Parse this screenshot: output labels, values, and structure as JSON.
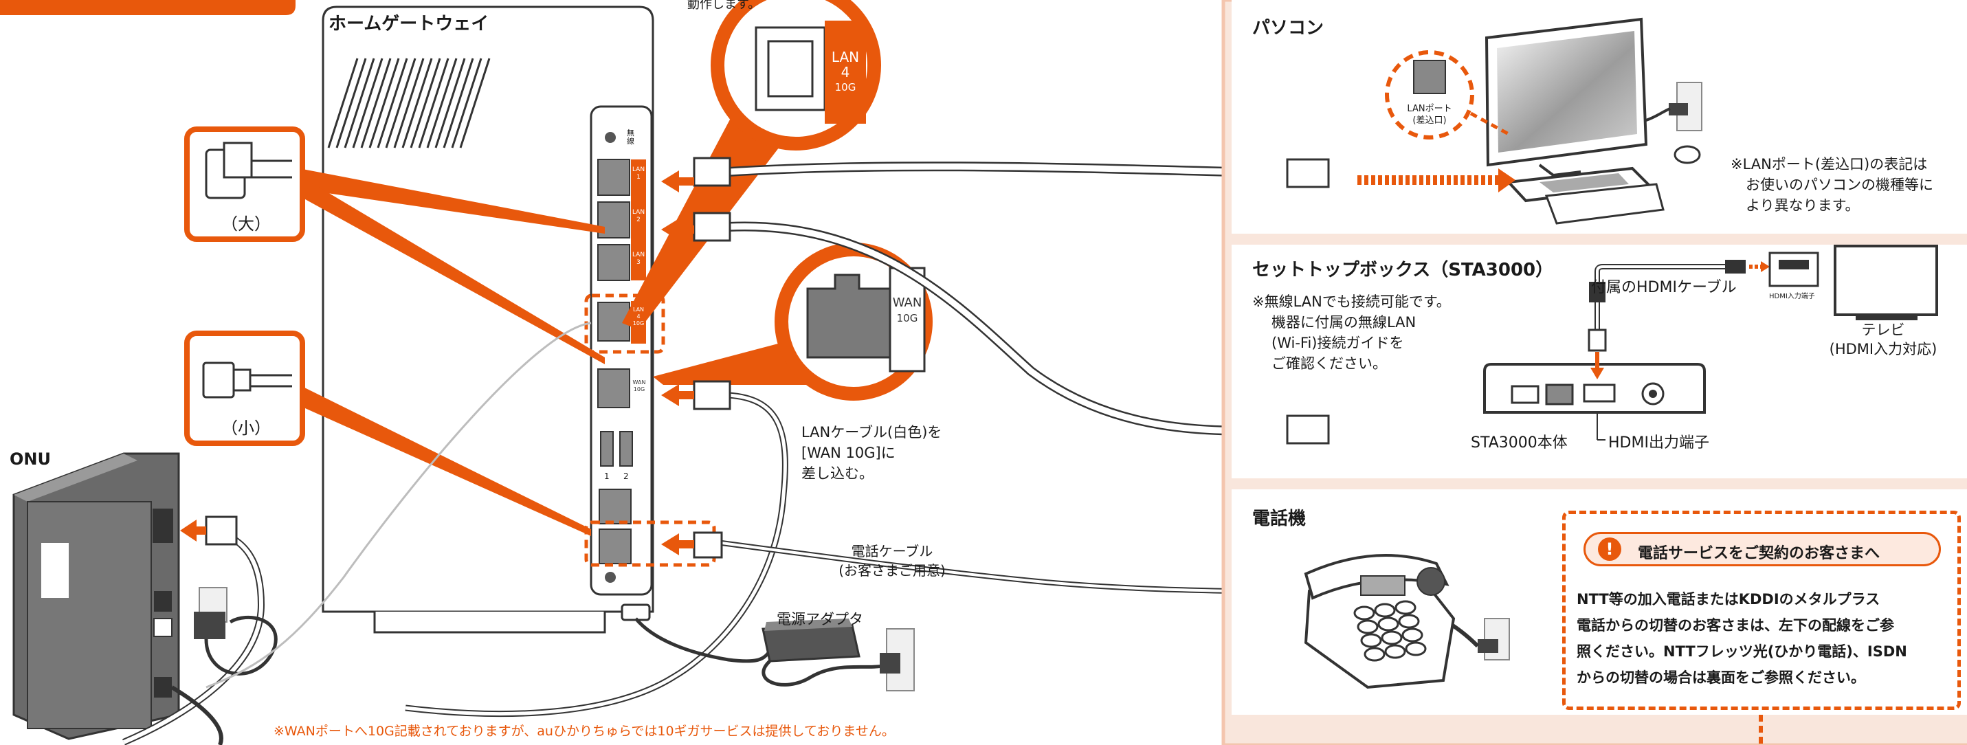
{
  "gateway": {
    "title": "ホームゲートウェイ",
    "top_note": "動作します。",
    "wireless_label": "無線",
    "ports": {
      "lan1": [
        "LAN",
        "1"
      ],
      "lan2": [
        "LAN",
        "2"
      ],
      "lan3": [
        "LAN",
        "3"
      ],
      "lan4": [
        "LAN",
        "4",
        "10G"
      ],
      "wan": [
        "WAN",
        "10G"
      ],
      "usb1": "1",
      "usb2": "2"
    }
  },
  "zoom": {
    "lan4": [
      "LAN",
      "4",
      "10G"
    ],
    "wan": [
      "WAN",
      "10G"
    ]
  },
  "connectors": {
    "large": "（大）",
    "small": "（小）"
  },
  "onu": {
    "label": "ONU"
  },
  "wan_instruction": [
    "LANケーブル(白色)を",
    "[WAN 10G]に",
    "差し込む。"
  ],
  "phone_cable": [
    "電話ケーブル",
    "(お客さまご用意)"
  ],
  "power_adapter": "電源アダプタ",
  "footnote": "※WANポートへ10G記載されておりますが、auひかりちゅらでは10ギガサービスは提供しておりません。",
  "pc_panel": {
    "title": "パソコン",
    "lan_port_label": [
      "LANポート",
      "(差込口)"
    ],
    "note": [
      "※LANポート(差込口)の表記は",
      "お使いのパソコンの機種等に",
      "より異なります。"
    ]
  },
  "stb_panel": {
    "title": "セットトップボックス（STA3000）",
    "note": [
      "※無線LANでも接続可能です。",
      "機器に付属の無線LAN",
      "(Wi-Fi)接続ガイドを",
      "ご確認ください。"
    ],
    "hdmi_cable": "付属のHDMIケーブル",
    "hdmi_input_small": "HDMI入力端子",
    "tv": [
      "テレビ",
      "(HDMI入力対応)"
    ],
    "body_label": "STA3000本体",
    "hdmi_out": "HDMI出力端子"
  },
  "phone_panel": {
    "title": "電話機",
    "notice_title": "電話サービスをご契約のお客さまへ",
    "notice_body": [
      "NTT等の加入電話またはKDDIのメタルプラス",
      "電話からの切替のお客さまは、左下の配線をご参",
      "照ください。NTTフレッツ光(ひかり電話)、ISDN",
      "からの切替の場合は裏面をご参照ください。"
    ]
  },
  "colors": {
    "accent": "#e8580c",
    "panel_bg": "#f9e6dc",
    "panel_border": "#f4c5ae",
    "device_gray": "#6d6d6d",
    "outline": "#333333"
  }
}
